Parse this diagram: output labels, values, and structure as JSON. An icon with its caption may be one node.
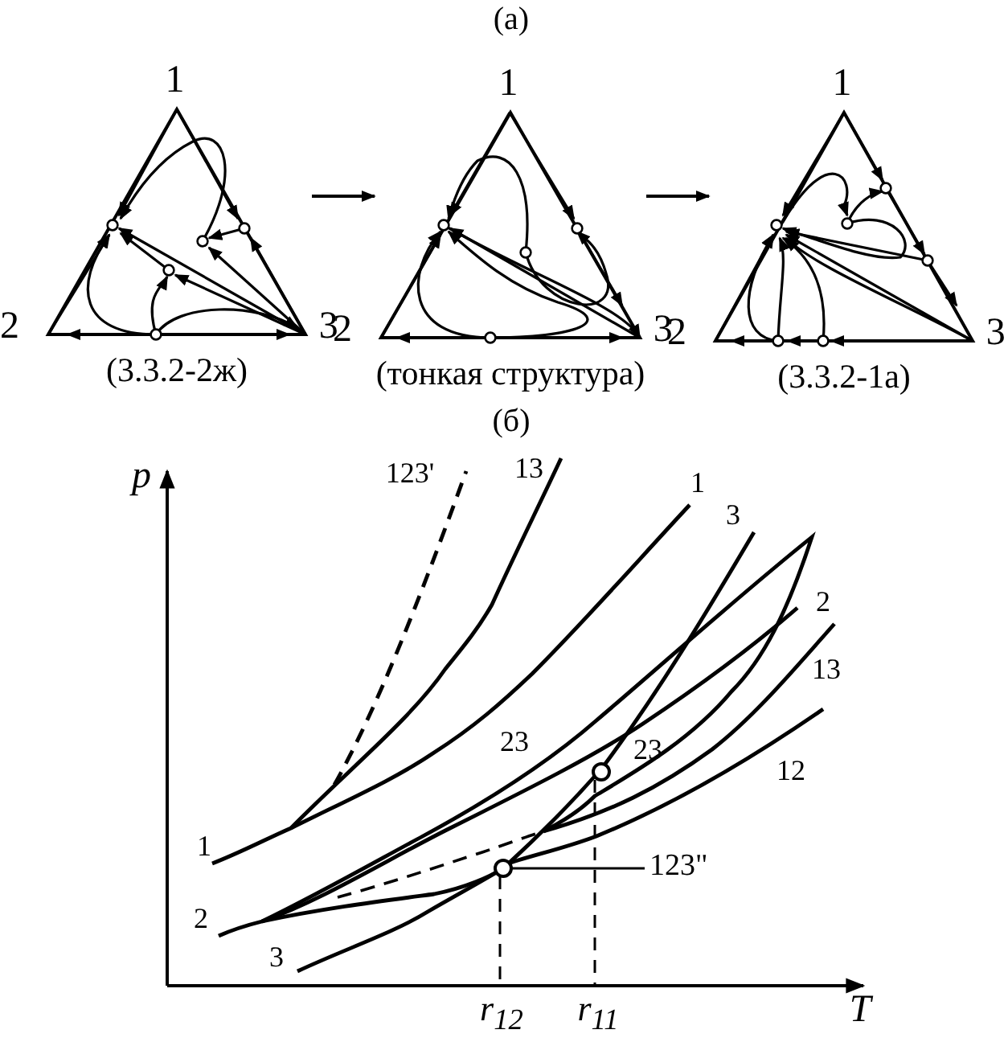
{
  "diagram": {
    "nodes": [
      {
        "text": [
          "1",
          "2",
          "3"
        ],
        "beside": [
          "(3.3.2-2ж)"
        ]
      },
      {
        "text": [
          "1",
          "2",
          "3"
        ],
        "beside": [
          "(тонкая структура)"
        ]
      },
      {
        "text": [
          "1",
          "2",
          "3"
        ],
        "beside": [
          "(3.3.2-1а)"
        ]
      },
      {
        "text": [
          "123\""
        ]
      },
      {
        "text": [],
        "shape": "circle"
      }
    ],
    "edges": [
      {
        "from": 0,
        "to": 1,
        "arrow": "to"
      },
      {
        "from": 1,
        "to": 2,
        "arrow": "to"
      },
      {
        "from": 3,
        "to": 4,
        "arrow": "none"
      }
    ],
    "labels": [
      "(а)",
      "(б)",
      "p",
      "123'",
      "13",
      "1",
      "3",
      "2",
      "13",
      "23",
      "23",
      "12",
      "1",
      "2",
      "3",
      "r$_{12}$",
      "r$_{11}$",
      "T"
    ]
  }
}
